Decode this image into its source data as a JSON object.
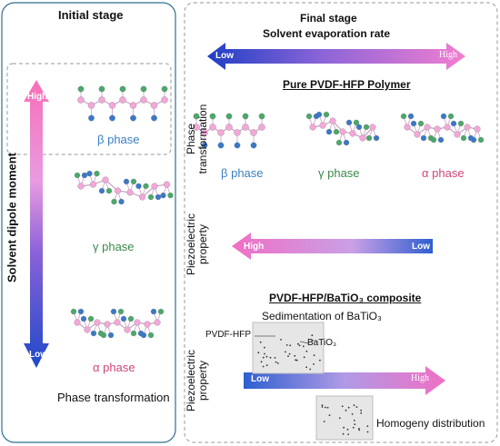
{
  "left_panel": {
    "title": "Initial stage",
    "axis_label": "Solvent dipole moment",
    "high_label": "High",
    "low_label": "Low",
    "beta_label": "β phase",
    "gamma_label": "γ phase",
    "alpha_label": "α phase",
    "footer": "Phase transformation"
  },
  "right_panel": {
    "title": "Final stage",
    "rate_label": "Solvent evaporation rate",
    "low_label": "Low",
    "high_label": "High",
    "pure_title": "Pure PVDF-HFP Polymer",
    "phase_transformation_label": "Phase transformation",
    "beta_label": "β phase",
    "gamma_label": "γ phase",
    "alpha_label": "α phase",
    "piezo_label": "Piezoelectric property",
    "piezo_high": "High",
    "piezo_low": "Low",
    "composite_title": "PVDF-HFP/BaTiO₃ composite",
    "sedimentation_label": "Sedimentation of BaTiO₃",
    "pvdf_label": "PVDF-HFP",
    "batio3_label": "BaTiO₃",
    "piezo_label_2": "Piezoelectric property",
    "arrow2_low": "Low",
    "arrow2_high": "High",
    "homogeny_label": "Homogeny distribution"
  },
  "colors": {
    "blue_dark": "#2a4fd0",
    "pink": "#f06fc8",
    "atom_pink": "#f2a8d8",
    "atom_blue": "#3a78c8",
    "atom_green": "#4aa86a",
    "beta_text": "#3a7fc0",
    "gamma_text": "#3c8a4a",
    "alpha_text": "#d0457a"
  }
}
